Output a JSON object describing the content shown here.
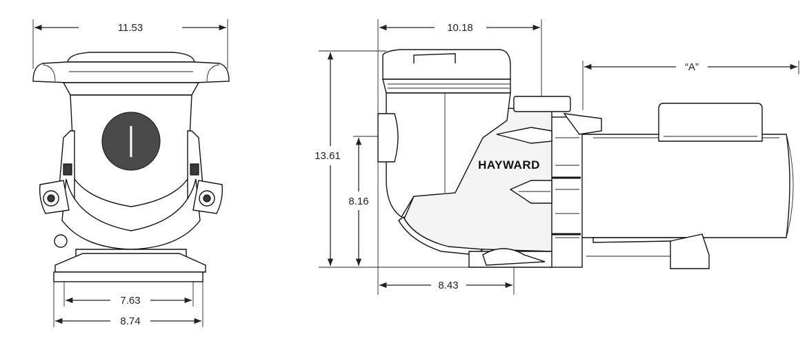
{
  "dimensions": {
    "front_width_top": "11.53",
    "front_base_inner": "7.63",
    "front_base_outer": "8.74",
    "side_length_top": "10.18",
    "side_motor_length": "“A”",
    "side_total_height": "13.61",
    "side_inlet_height": "8.16",
    "side_inlet_to_front": "8.43"
  },
  "brand_label": "HAYWARD",
  "colors": {
    "line": "#222222",
    "dark_fill": "#3a3a3a",
    "background": "#ffffff"
  }
}
